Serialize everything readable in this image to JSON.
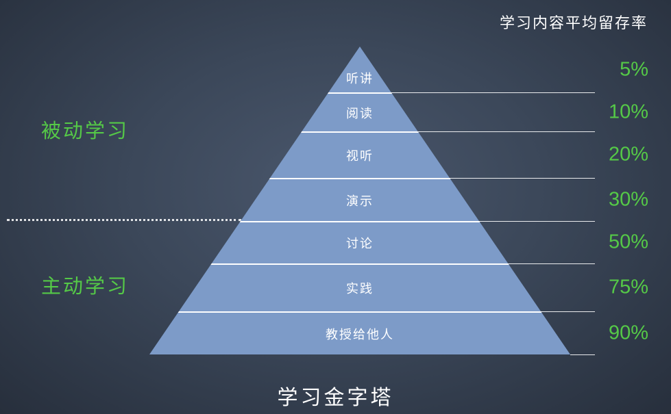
{
  "header": {
    "retention_title": "学习内容平均留存率"
  },
  "footer": {
    "title": "学习金字塔"
  },
  "groups": {
    "passive_label": "被动学习",
    "active_label": "主动学习"
  },
  "colors": {
    "pyramid_fill": "#7d9bc8",
    "accent_green": "#55c947",
    "separator_white": "#ffffff"
  },
  "chart_data": {
    "type": "pyramid",
    "title": "学习金字塔",
    "value_axis_title": "学习内容平均留存率",
    "legend_note": "被动学习 = upper 4 levels, 主动学习 = lower 3 levels",
    "levels": [
      {
        "label": "听讲",
        "retention_pct": 5,
        "retention_text": "5%",
        "group": "被动学习"
      },
      {
        "label": "阅读",
        "retention_pct": 10,
        "retention_text": "10%",
        "group": "被动学习"
      },
      {
        "label": "视听",
        "retention_pct": 20,
        "retention_text": "20%",
        "group": "被动学习"
      },
      {
        "label": "演示",
        "retention_pct": 30,
        "retention_text": "30%",
        "group": "被动学习"
      },
      {
        "label": "讨论",
        "retention_pct": 50,
        "retention_text": "50%",
        "group": "主动学习"
      },
      {
        "label": "实践",
        "retention_pct": 75,
        "retention_text": "75%",
        "group": "主动学习"
      },
      {
        "label": "教授给他人",
        "retention_pct": 90,
        "retention_text": "90%",
        "group": "主动学习"
      }
    ]
  }
}
